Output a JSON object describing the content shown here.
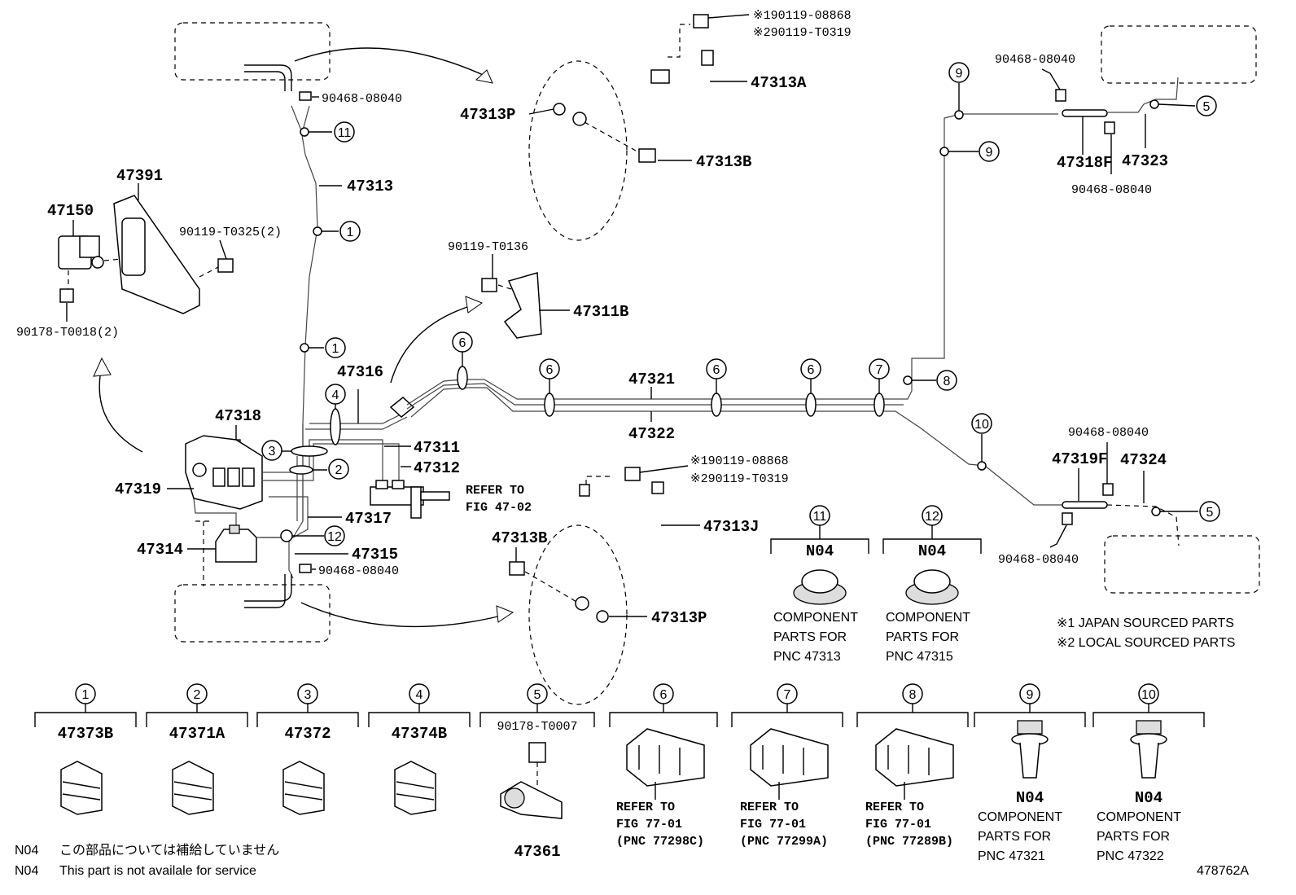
{
  "labels": {
    "bolt_a_1": "※190119-08868",
    "bolt_a_2": "※290119-T0319",
    "hose_47313A": "47313A",
    "hose_47313P_top": "47313P",
    "bolt_47313B_top": "47313B",
    "clip_top_left": "90468-08040",
    "pipe_47313": "47313",
    "bracket_47391": "47391",
    "valve_47150": "47150",
    "bolt_90119_T0325": "90119-T0325(2)",
    "bolt_90178_T0018": "90178-T0018(2)",
    "bolt_90119_T0136": "90119-T0136",
    "bracket_47311B": "47311B",
    "pipe_47316": "47316",
    "pipe_47321": "47321",
    "pipe_47322": "47322",
    "block_47318": "47318",
    "pipe_47311": "47311",
    "pipe_47312": "47312",
    "refer_to_1": "REFER TO",
    "refer_to_2": "FIG 47-02",
    "pipe_47317": "47317",
    "valve_47319": "47319",
    "valve_47314": "47314",
    "pipe_47315": "47315",
    "clip_mid_left": "90468-08040",
    "bolt_b_1": "※190119-08868",
    "bolt_b_2": "※290119-T0319",
    "hose_47313J": "47313J",
    "bolt_47313B_bot": "47313B",
    "hose_47313P_bot": "47313P",
    "clip_right_top1": "90468-08040",
    "hose_47318F": "47318F",
    "pipe_47323": "47323",
    "clip_right_top2": "90468-08040",
    "clip_right_mid": "90468-08040",
    "hose_47319F": "47319F",
    "pipe_47324": "47324",
    "clip_right_bot": "90468-08040",
    "note_japan": "※1 JAPAN SOURCED PARTS",
    "note_local": "※2 LOCAL SOURCED PARTS",
    "n04_note_jp_code": "N04",
    "n04_note_jp": "この部品については補給していません",
    "n04_note_en_code": "N04",
    "n04_note_en": "This part is not availale for service",
    "figure_id": "478762A"
  },
  "callouts": [
    "1",
    "2",
    "3",
    "4",
    "5",
    "6",
    "7",
    "8",
    "9",
    "10",
    "11",
    "12"
  ],
  "grommets": [
    {
      "num": "11",
      "code": "N04",
      "line1": "COMPONENT",
      "line2": "PARTS FOR",
      "line3": "PNC 47313"
    },
    {
      "num": "12",
      "code": "N04",
      "line1": "COMPONENT",
      "line2": "PARTS FOR",
      "line3": "PNC 47315"
    }
  ],
  "legend": [
    {
      "num": "1",
      "part": "47373B"
    },
    {
      "num": "2",
      "part": "47371A"
    },
    {
      "num": "3",
      "part": "47372"
    },
    {
      "num": "4",
      "part": "47374B"
    },
    {
      "num": "5",
      "part": "90178-T0007",
      "sub": "47361"
    },
    {
      "num": "6",
      "refer1": "REFER TO",
      "refer2": "FIG 77-01",
      "refer3": "(PNC 77298C)"
    },
    {
      "num": "7",
      "refer1": "REFER TO",
      "refer2": "FIG 77-01",
      "refer3": "(PNC 77299A)"
    },
    {
      "num": "8",
      "refer1": "REFER TO",
      "refer2": "FIG 77-01",
      "refer3": "(PNC 77289B)"
    },
    {
      "num": "9",
      "code": "N04",
      "line1": "COMPONENT",
      "line2": "PARTS FOR",
      "line3": "PNC 47321"
    },
    {
      "num": "10",
      "code": "N04",
      "line1": "COMPONENT",
      "line2": "PARTS FOR",
      "line3": "PNC 47322"
    }
  ]
}
